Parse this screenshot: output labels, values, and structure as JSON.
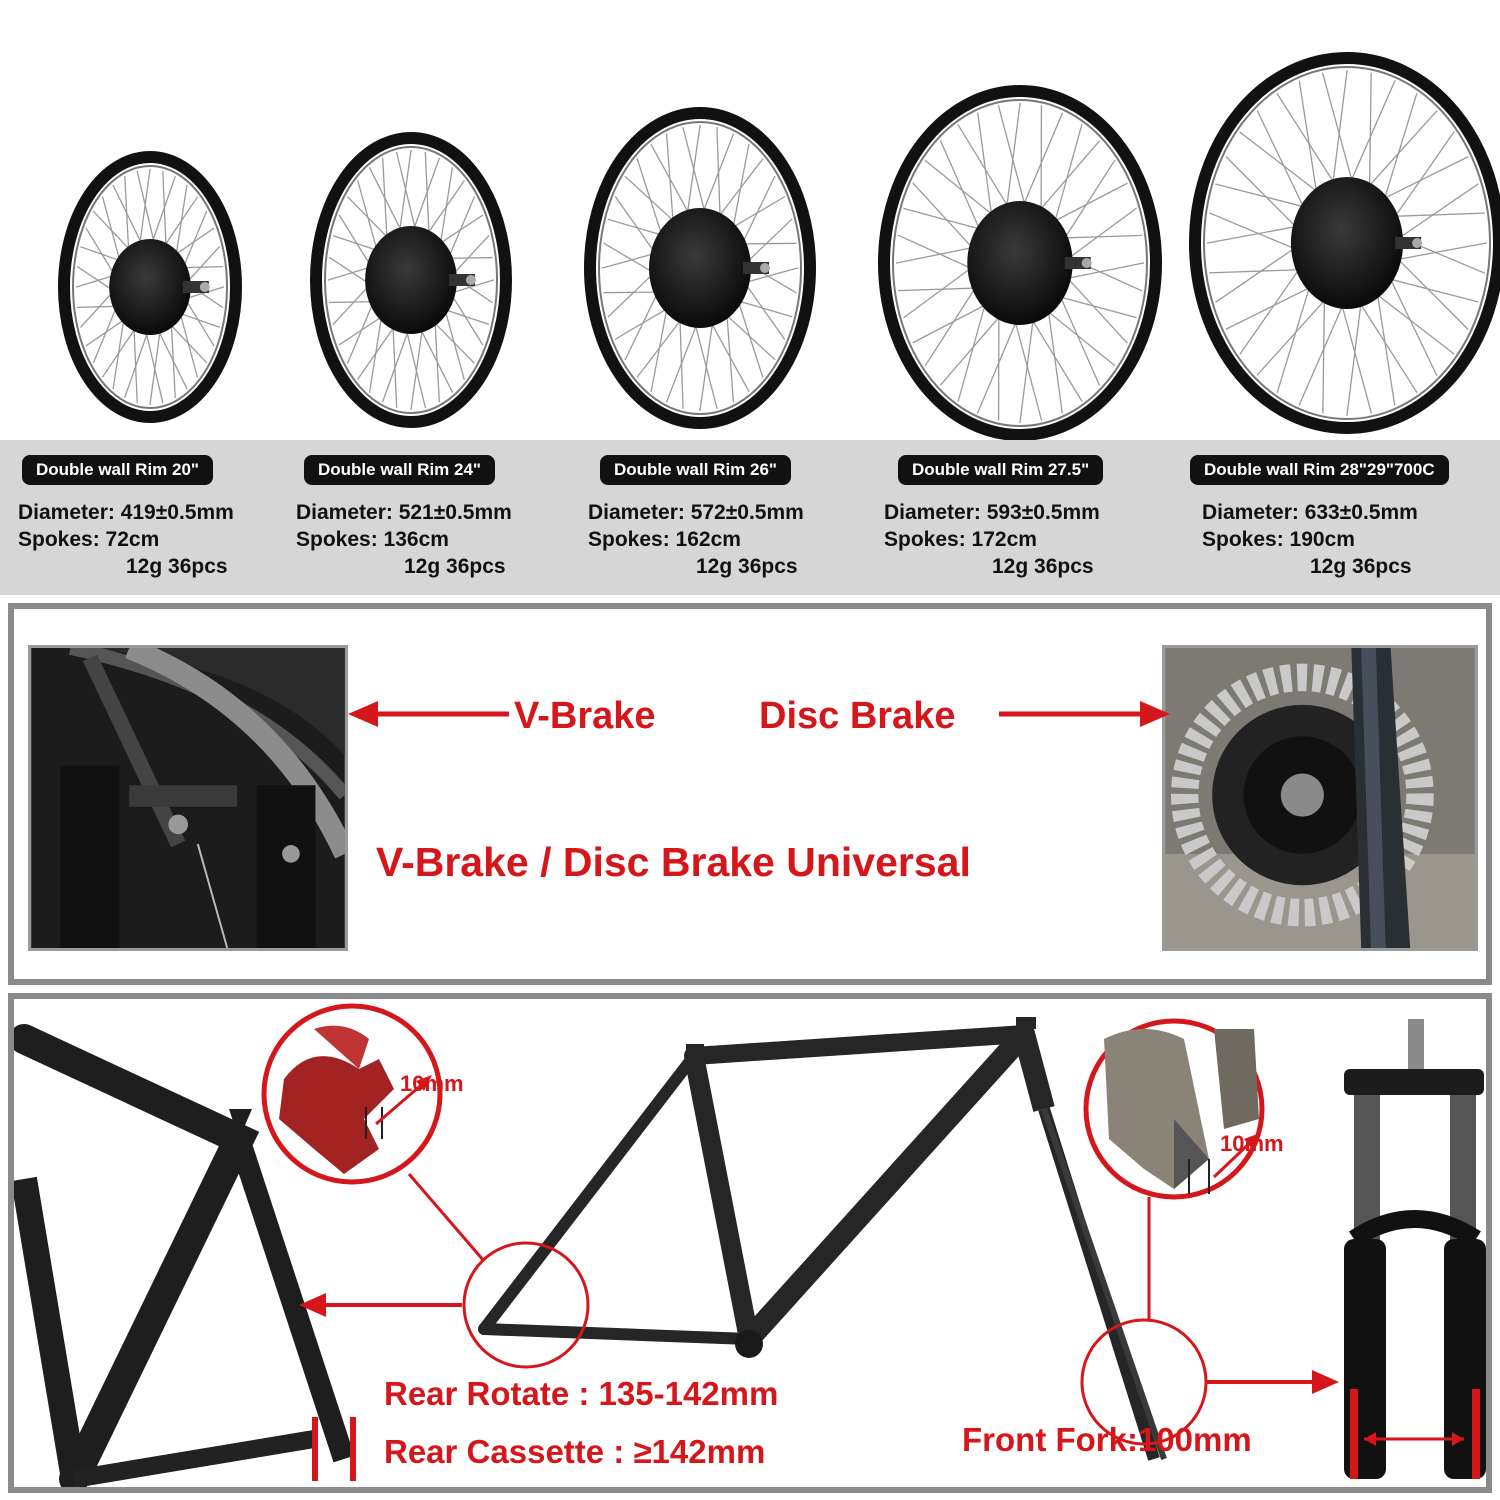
{
  "wheels": [
    {
      "badge": "Double wall Rim 20\"",
      "diameter": "Diameter: 419±0.5mm",
      "spokes": "Spokes: 72cm",
      "gauge": "12g 36pcs"
    },
    {
      "badge": "Double wall Rim 24\"",
      "diameter": "Diameter: 521±0.5mm",
      "spokes": "Spokes: 136cm",
      "gauge": "12g 36pcs"
    },
    {
      "badge": "Double wall Rim 26\"",
      "diameter": "Diameter: 572±0.5mm",
      "spokes": "Spokes: 162cm",
      "gauge": "12g 36pcs"
    },
    {
      "badge": "Double wall Rim 27.5\"",
      "diameter": "Diameter: 593±0.5mm",
      "spokes": "Spokes: 172cm",
      "gauge": "12g 36pcs"
    },
    {
      "badge": "Double wall Rim 28\"29\"700C",
      "diameter": "Diameter: 633±0.5mm",
      "spokes": "Spokes: 190cm",
      "gauge": "12g 36pcs"
    }
  ],
  "brakes": {
    "v_brake": "V-Brake",
    "disc_brake": "Disc Brake",
    "universal": "V-Brake / Disc Brake Universal"
  },
  "frame": {
    "rear_dropout_size": "10mm",
    "front_dropout_size": "10mm",
    "rear_rotate": "Rear Rotate : 135-142mm",
    "rear_cassette": "Rear Cassette : ≥142mm",
    "front_fork": "Front Fork:100mm"
  },
  "colors": {
    "accent_red": "#d5161a",
    "badge_black": "#111111",
    "spec_band": "#d6d6d6",
    "panel_border": "#8a8a8a"
  }
}
